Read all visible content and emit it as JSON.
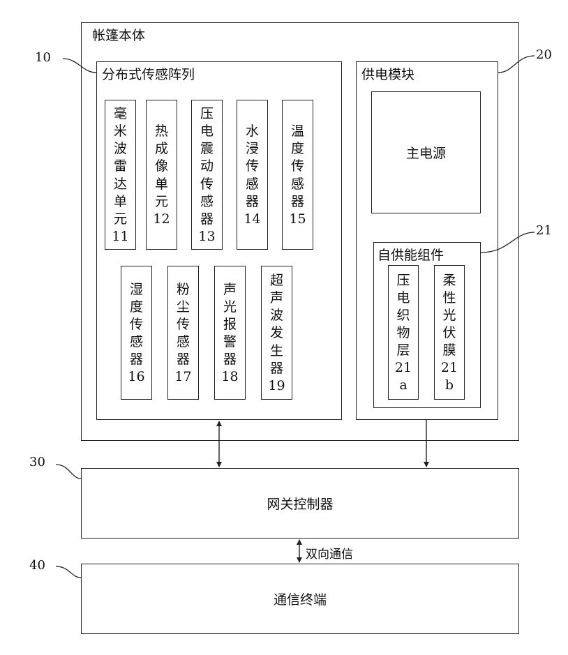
{
  "tent": {
    "label": "帐篷本体"
  },
  "sensor_array": {
    "label": "分布式传感阵列",
    "ref": "10"
  },
  "sensors_row1": [
    {
      "chars": [
        "毫",
        "米",
        "波",
        "雷",
        "达",
        "单",
        "元",
        "11"
      ]
    },
    {
      "chars": [
        "热",
        "成",
        "像",
        "单",
        "元",
        "12"
      ]
    },
    {
      "chars": [
        "压",
        "电",
        "震",
        "动",
        "传",
        "感",
        "器",
        "13"
      ]
    },
    {
      "chars": [
        "水",
        "浸",
        "传",
        "感",
        "器",
        "14"
      ]
    },
    {
      "chars": [
        "温",
        "度",
        "传",
        "感",
        "器",
        "15"
      ]
    }
  ],
  "sensors_row2": [
    {
      "chars": [
        "湿",
        "度",
        "传",
        "感",
        "器",
        "16"
      ]
    },
    {
      "chars": [
        "粉",
        "尘",
        "传",
        "感",
        "器",
        "17"
      ]
    },
    {
      "chars": [
        "声",
        "光",
        "报",
        "警",
        "器",
        "18"
      ]
    },
    {
      "chars": [
        "超",
        "声",
        "波",
        "发",
        "生",
        "器",
        "19"
      ]
    }
  ],
  "power_module": {
    "label": "供电模块",
    "ref": "20"
  },
  "main_power": {
    "label": "主电源"
  },
  "self_power": {
    "label": "自供能组件",
    "ref": "21"
  },
  "self_power_items": [
    {
      "chars": [
        "压",
        "电",
        "织",
        "物",
        "层",
        "21",
        "a"
      ]
    },
    {
      "chars": [
        "柔",
        "性",
        "光",
        "伏",
        "膜",
        "21",
        "b"
      ]
    }
  ],
  "gateway": {
    "label": "网关控制器",
    "ref": "30"
  },
  "comm_link": {
    "label": "双向通信"
  },
  "terminal": {
    "label": "通信终端",
    "ref": "40"
  }
}
